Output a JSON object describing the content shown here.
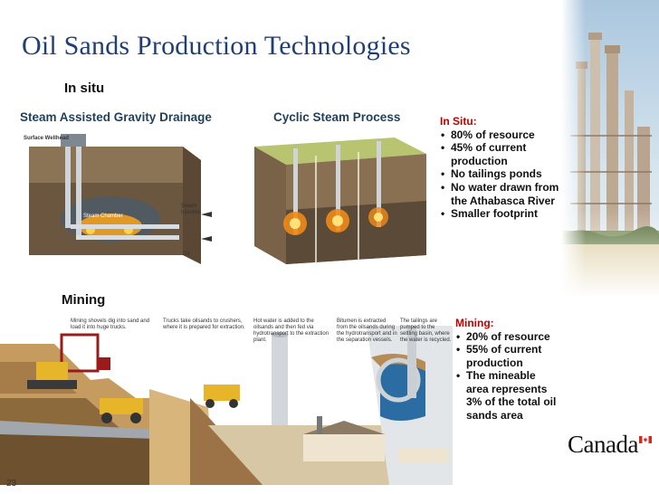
{
  "slide": {
    "title": "Oil Sands Production Technologies",
    "page_number": "23"
  },
  "insitu": {
    "heading": "In situ",
    "sagd_title": "Steam Assisted Gravity Drainage",
    "css_title": "Cyclic Steam Process",
    "sagd_labels": {
      "wellhead": "Surface Wellhead",
      "chamber": "Steam Chamber",
      "injection": "Steam Injection",
      "oil": "Oil"
    },
    "bullets_heading": "In Situ:",
    "bullets": [
      "80% of resource",
      "45% of current production",
      "No tailings ponds",
      "No water drawn from the Athabasca River",
      "Smaller footprint"
    ]
  },
  "mining": {
    "heading": "Mining",
    "captions": [
      "Mining shovels dig into sand and load it into huge trucks.",
      "Trucks take oilsands to crushers, where it is prepared for extraction.",
      "Hot water is added to the oilsands and then fed via hydrotransport to the extraction plant.",
      "Bitumen is extracted from the oilsands during the hydrotransport and in the separation vessels.",
      "The tailings are pumped to the settling basin, where the water is recycled."
    ],
    "bullets_heading": "Mining:",
    "bullets": [
      "20% of resource",
      "55% of current production",
      "The mineable area represents 3% of the total oil sands area"
    ]
  },
  "brand": {
    "wordmark": "Canada"
  },
  "colors": {
    "title": "#1f3f76",
    "accent_red": "#c00000",
    "subheading": "#1f3f5f"
  }
}
